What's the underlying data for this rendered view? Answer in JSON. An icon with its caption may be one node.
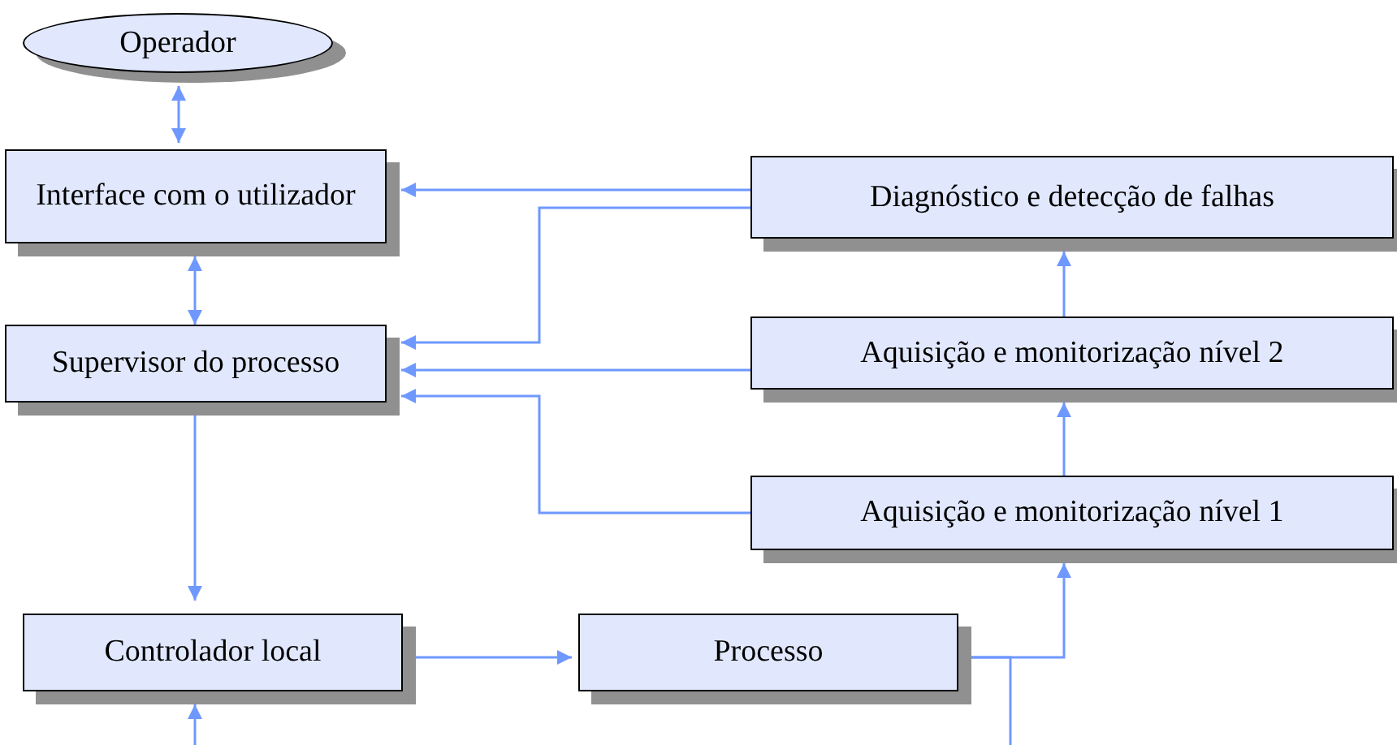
{
  "diagram": {
    "nodes": [
      {
        "text": [
          "Operador"
        ]
      },
      {
        "text": [
          "Interface com o utilizador"
        ]
      },
      {
        "text": [
          "Supervisor do processo"
        ]
      },
      {
        "text": [
          "Diagnóstico e detecção de falhas"
        ]
      },
      {
        "text": [
          "Aquisição e monitorização nível 2"
        ]
      },
      {
        "text": [
          "Aquisição e monitorização nível 1"
        ]
      },
      {
        "text": [
          "Controlador local"
        ]
      },
      {
        "text": [
          "Processo"
        ]
      }
    ],
    "edges": [
      {
        "from": 0,
        "to": 1,
        "arrow": "both"
      },
      {
        "from": 1,
        "to": 2,
        "arrow": "both"
      },
      {
        "from": 3,
        "to": 1,
        "arrow": "to"
      },
      {
        "from": 3,
        "to": 2,
        "arrow": "to"
      },
      {
        "from": 4,
        "to": 2,
        "arrow": "to"
      },
      {
        "from": 5,
        "to": 2,
        "arrow": "to"
      },
      {
        "from": 2,
        "to": 6,
        "arrow": "to"
      },
      {
        "from": 6,
        "to": 7,
        "arrow": "to"
      },
      {
        "from": 7,
        "to": 5,
        "arrow": "to"
      },
      {
        "from": 5,
        "to": 4,
        "arrow": "to"
      },
      {
        "from": 4,
        "to": 3,
        "arrow": "to"
      },
      {
        "from": null,
        "to": 6,
        "arrow": "to"
      },
      {
        "from": 7,
        "to": null,
        "arrow": "none"
      }
    ]
  }
}
